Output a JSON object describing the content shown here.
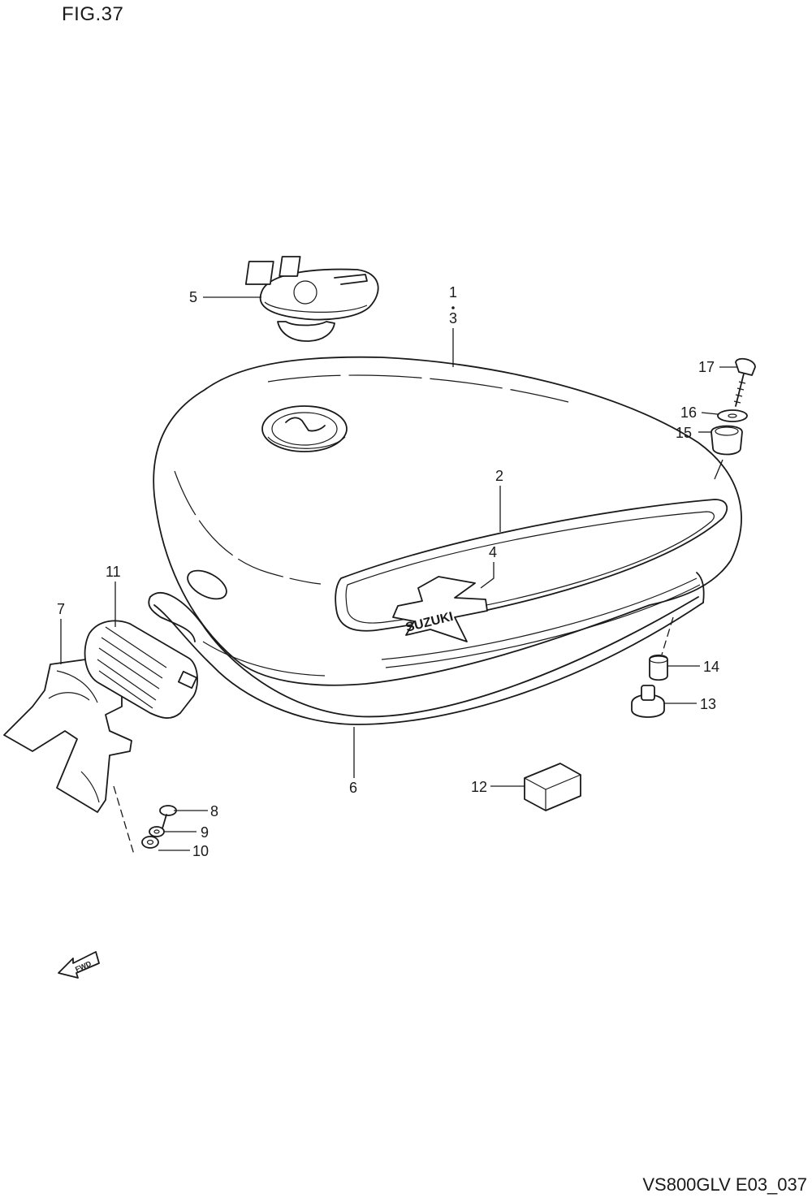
{
  "figure": {
    "title": "FIG.37",
    "code": "VS800GLV E03_037"
  },
  "callouts": [
    {
      "id": "c1",
      "label": "1"
    },
    {
      "id": "c3",
      "label": "3"
    },
    {
      "id": "c2",
      "label": "2"
    },
    {
      "id": "c4",
      "label": "4"
    },
    {
      "id": "c5",
      "label": "5"
    },
    {
      "id": "c6",
      "label": "6"
    },
    {
      "id": "c7",
      "label": "7"
    },
    {
      "id": "c8",
      "label": "8"
    },
    {
      "id": "c9",
      "label": "9"
    },
    {
      "id": "c10",
      "label": "10"
    },
    {
      "id": "c11",
      "label": "11"
    },
    {
      "id": "c12",
      "label": "12"
    },
    {
      "id": "c13",
      "label": "13"
    },
    {
      "id": "c14",
      "label": "14"
    },
    {
      "id": "c15",
      "label": "15"
    },
    {
      "id": "c16",
      "label": "16"
    },
    {
      "id": "c17",
      "label": "17"
    }
  ],
  "decals": {
    "brand": "SUZUKI",
    "arrow": "FWD"
  },
  "icons": {
    "direction": "forward-arrow-icon"
  }
}
